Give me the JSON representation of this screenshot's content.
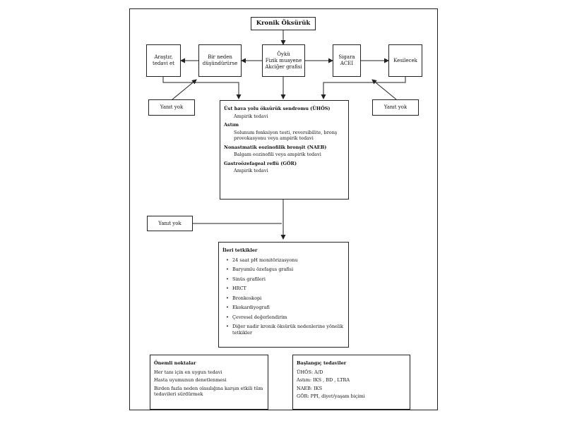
{
  "nodes": {
    "kronik": "Kronik Öksürük",
    "arastir": "Araştır,\ntedavi et",
    "birneden": "Bir neden\ndüşündürürse",
    "oyku": "Öykü\nFizik muayene\nAkciğer grafisi",
    "sigara": "Sigara\nACEI",
    "kesilecek": "Kesilecek",
    "yanit_yok_left": "Yanıt yok",
    "yanit_yok_right": "Yanıt yok",
    "yanit_yok_mid": "Yanıt yok"
  },
  "causes": {
    "uhos_title": "Üst hava yolu öksürük sendromu (ÜHÖS)",
    "uhos_tx": "Ampirik tedavi",
    "astim_title": "Astım",
    "astim_tx": "Solunum fonksiyon testi, reversibilite, bronş provokasyonu veya ampirik tedavi",
    "naeb_title": "Nonastmatik eozinofilik bronşit (NAEB)",
    "naeb_tx": "Balgam eozinofili veya ampirik tedavi",
    "gor_title": "Gastroözefageal reflü (GÖR)",
    "gor_tx": "Ampirik tedavi"
  },
  "ileri": {
    "title": "İleri tetkikler",
    "items": [
      "24 saat pH monitörizasyonu",
      "Baryumlu özefagus grafisi",
      "Sinüs grafileri",
      "HRCT",
      "Bronkoskopi",
      "Ekokardiyografi",
      "Çevresel değerlendirim",
      "Diğer nadir kronik öksürük nedenlerine yönelik tetkikler"
    ]
  },
  "onemli": {
    "title": "Önemli noktalar",
    "items": [
      "Her tanı için en uygun tedavi",
      "Hasta uyumunun denetlenmesi",
      "Birden fazla neden olasılığına karşın etkili tüm tedavileri sürdürmek"
    ]
  },
  "baslangic": {
    "title": "Başlangıç tedaviler",
    "items": [
      "ÜHÖS: A/D",
      "Astım: IKS , BD , LTRA",
      "NAEB: IKS",
      "GÖR: PPI, diyet/yaşam biçimi"
    ]
  }
}
